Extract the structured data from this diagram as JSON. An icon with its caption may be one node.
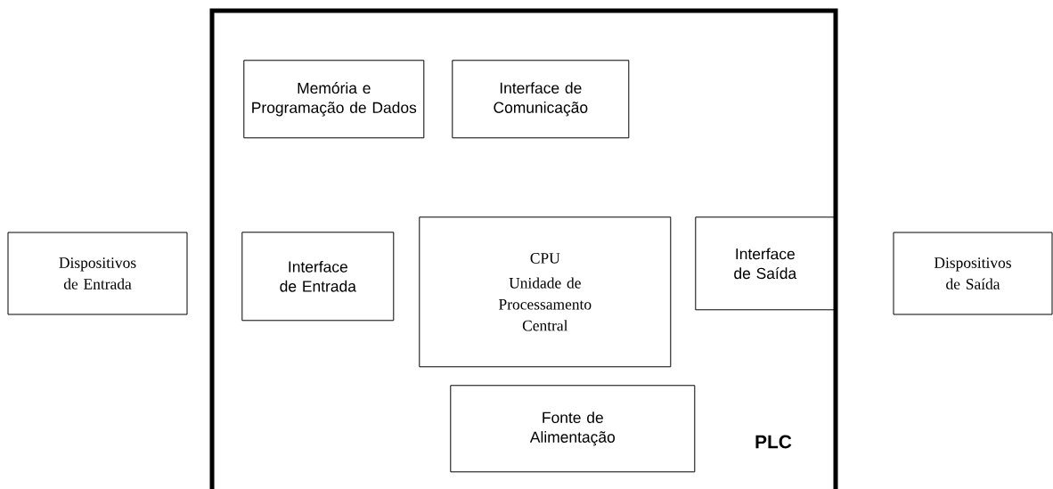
{
  "diagram": {
    "nodes": [
      {
        "text": [
          "PLC"
        ]
      },
      {
        "text": [
          "Memória e Programação de Dados"
        ],
        "in": 0
      },
      {
        "text": [
          "Interface de Comunicação"
        ],
        "in": 0
      },
      {
        "text": [
          "Dispositivos de Entrada"
        ]
      },
      {
        "text": [
          "Interface de Entrada"
        ],
        "in": 0
      },
      {
        "text": [
          "CPU",
          "Unidade de Processamento Central"
        ],
        "in": 0
      },
      {
        "text": [
          "Interface de Saída"
        ],
        "in": 0
      },
      {
        "text": [
          "Dispositivos de Saída"
        ]
      },
      {
        "text": [
          "Fonte de Alimentação"
        ],
        "in": 0
      }
    ]
  }
}
